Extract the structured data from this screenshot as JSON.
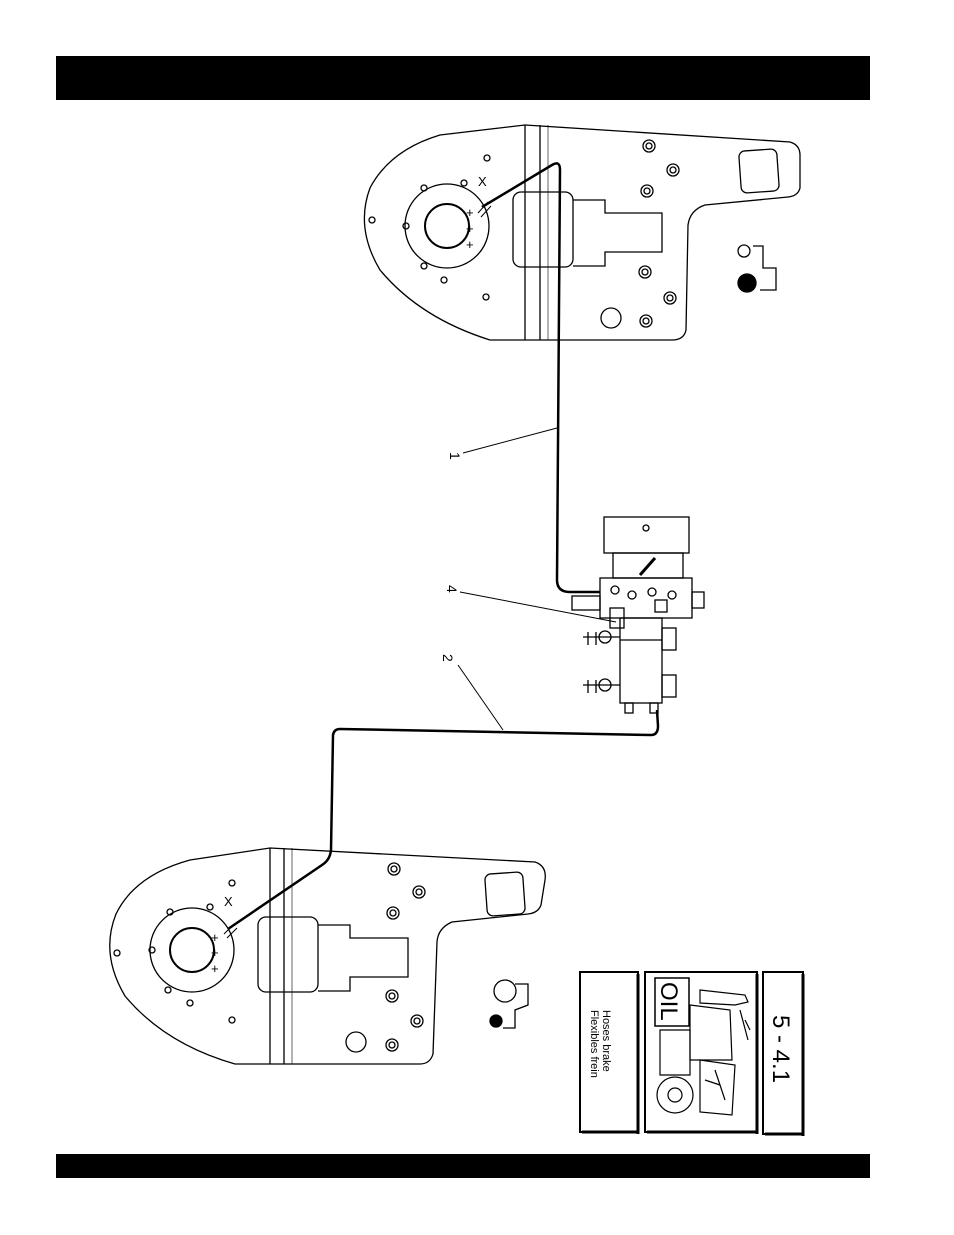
{
  "header": {
    "title": ""
  },
  "footer": {
    "text": ""
  },
  "callouts": {
    "hose_1": "1",
    "hose_2": "2",
    "fitting_4": "4"
  },
  "plate_marks": {
    "x_mark": "X",
    "plus_mark": "+"
  },
  "index_card": {
    "section_number": "5 - 4.1",
    "oil_label": "OIL",
    "caption_en": "Hoses brake",
    "caption_fr": "Flexibles frein"
  }
}
